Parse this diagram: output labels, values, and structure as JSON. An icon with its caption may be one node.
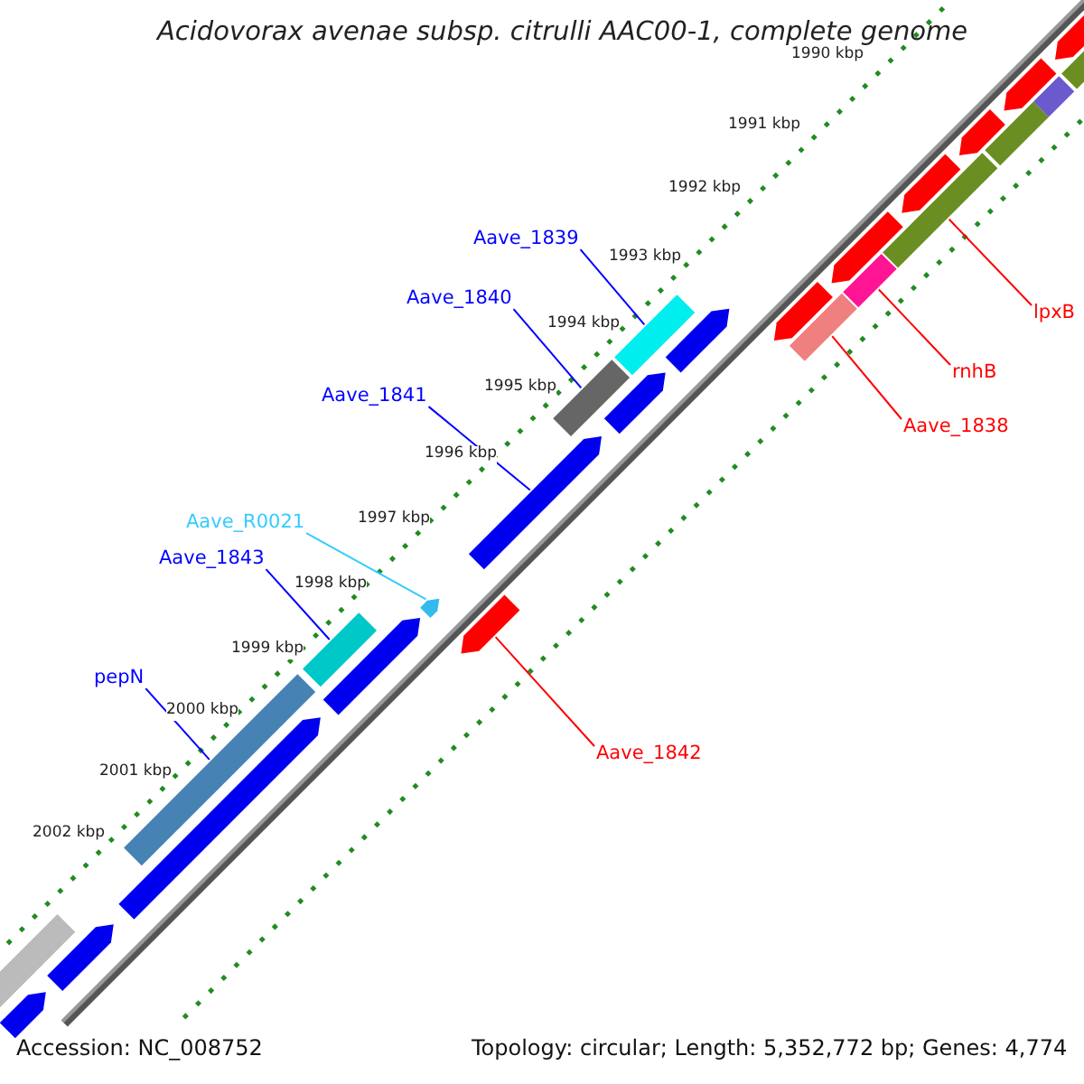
{
  "diagram": {
    "title": "Acidovorax avenae subsp. citrulli AAC00-1, complete genome",
    "nodes": [
      {
        "text": [
          "Aave_1839"
        ]
      },
      {
        "text": [
          "Aave_1840"
        ]
      },
      {
        "text": [
          "lpxB"
        ]
      },
      {
        "text": [
          "rnhB"
        ]
      },
      {
        "text": [
          "Aave_1841"
        ]
      },
      {
        "text": [
          "Aave_1838"
        ]
      },
      {
        "text": [
          "Aave_R0021"
        ]
      },
      {
        "text": [
          "Aave_1843"
        ]
      },
      {
        "text": [
          "pepN"
        ]
      },
      {
        "text": [
          "Aave_1842"
        ]
      },
      {
        "text": [],
        "shape": "bar"
      },
      {
        "text": [],
        "shape": "bar"
      },
      {
        "text": [],
        "shape": "bar"
      },
      {
        "text": [],
        "shape": "bar"
      },
      {
        "text": [],
        "shape": "bar"
      },
      {
        "text": [],
        "shape": "bar"
      },
      {
        "text": [],
        "shape": "bar"
      },
      {
        "text": [],
        "shape": "bar"
      },
      {
        "text": [],
        "shape": "bar"
      },
      {
        "text": [],
        "shape": "bar"
      },
      {
        "text": [],
        "shape": "bar"
      },
      {
        "text": [],
        "shape": "bar"
      },
      {
        "text": [],
        "shape": "bar"
      },
      {
        "text": [],
        "shape": "bar"
      },
      {
        "text": [],
        "shape": "bar"
      },
      {
        "text": [],
        "shape": "bar"
      },
      {
        "text": [],
        "shape": "bar"
      },
      {
        "text": [],
        "shape": "bar"
      },
      {
        "text": [],
        "shape": "bar"
      },
      {
        "text": [],
        "shape": "bar"
      },
      {
        "text": [],
        "shape": "bar"
      },
      {
        "text": [],
        "shape": "bar"
      },
      {
        "text": [],
        "shape": "bar"
      },
      {
        "text": [],
        "shape": "bar"
      },
      {
        "text": [],
        "shape": "bar"
      },
      {
        "text": [],
        "shape": "bar"
      }
    ],
    "edges": [
      {
        "from": 0,
        "to": 12,
        "arrow": "none"
      },
      {
        "from": 1,
        "to": 14,
        "arrow": "none"
      },
      {
        "from": 2,
        "to": 10,
        "arrow": "none",
        "color": "#ff0000"
      },
      {
        "from": 3,
        "to": 11,
        "arrow": "none",
        "color": "#ff0000"
      },
      {
        "from": 4,
        "to": 15,
        "arrow": "none"
      },
      {
        "from": 5,
        "to": 13,
        "arrow": "none",
        "color": "#ff0000"
      },
      {
        "from": 6,
        "to": 17,
        "arrow": "none",
        "color": "#33ccff"
      },
      {
        "from": 7,
        "to": 18,
        "arrow": "none"
      },
      {
        "from": 8,
        "to": 19,
        "arrow": "none"
      },
      {
        "from": 9,
        "to": 16,
        "arrow": "none",
        "color": "#ff0000"
      }
    ],
    "labels": [
      "1990 kbp",
      "1991 kbp",
      "1992 kbp",
      "1993 kbp",
      "1994 kbp",
      "1995 kbp",
      "1996 kbp",
      "1997 kbp",
      "1998 kbp",
      "1999 kbp",
      "2000 kbp",
      "2001 kbp",
      "2002 kbp",
      "Accession: NC_008752",
      "Topology: circular; Length: 5,352,772 bp; Genes: 4,774"
    ]
  }
}
